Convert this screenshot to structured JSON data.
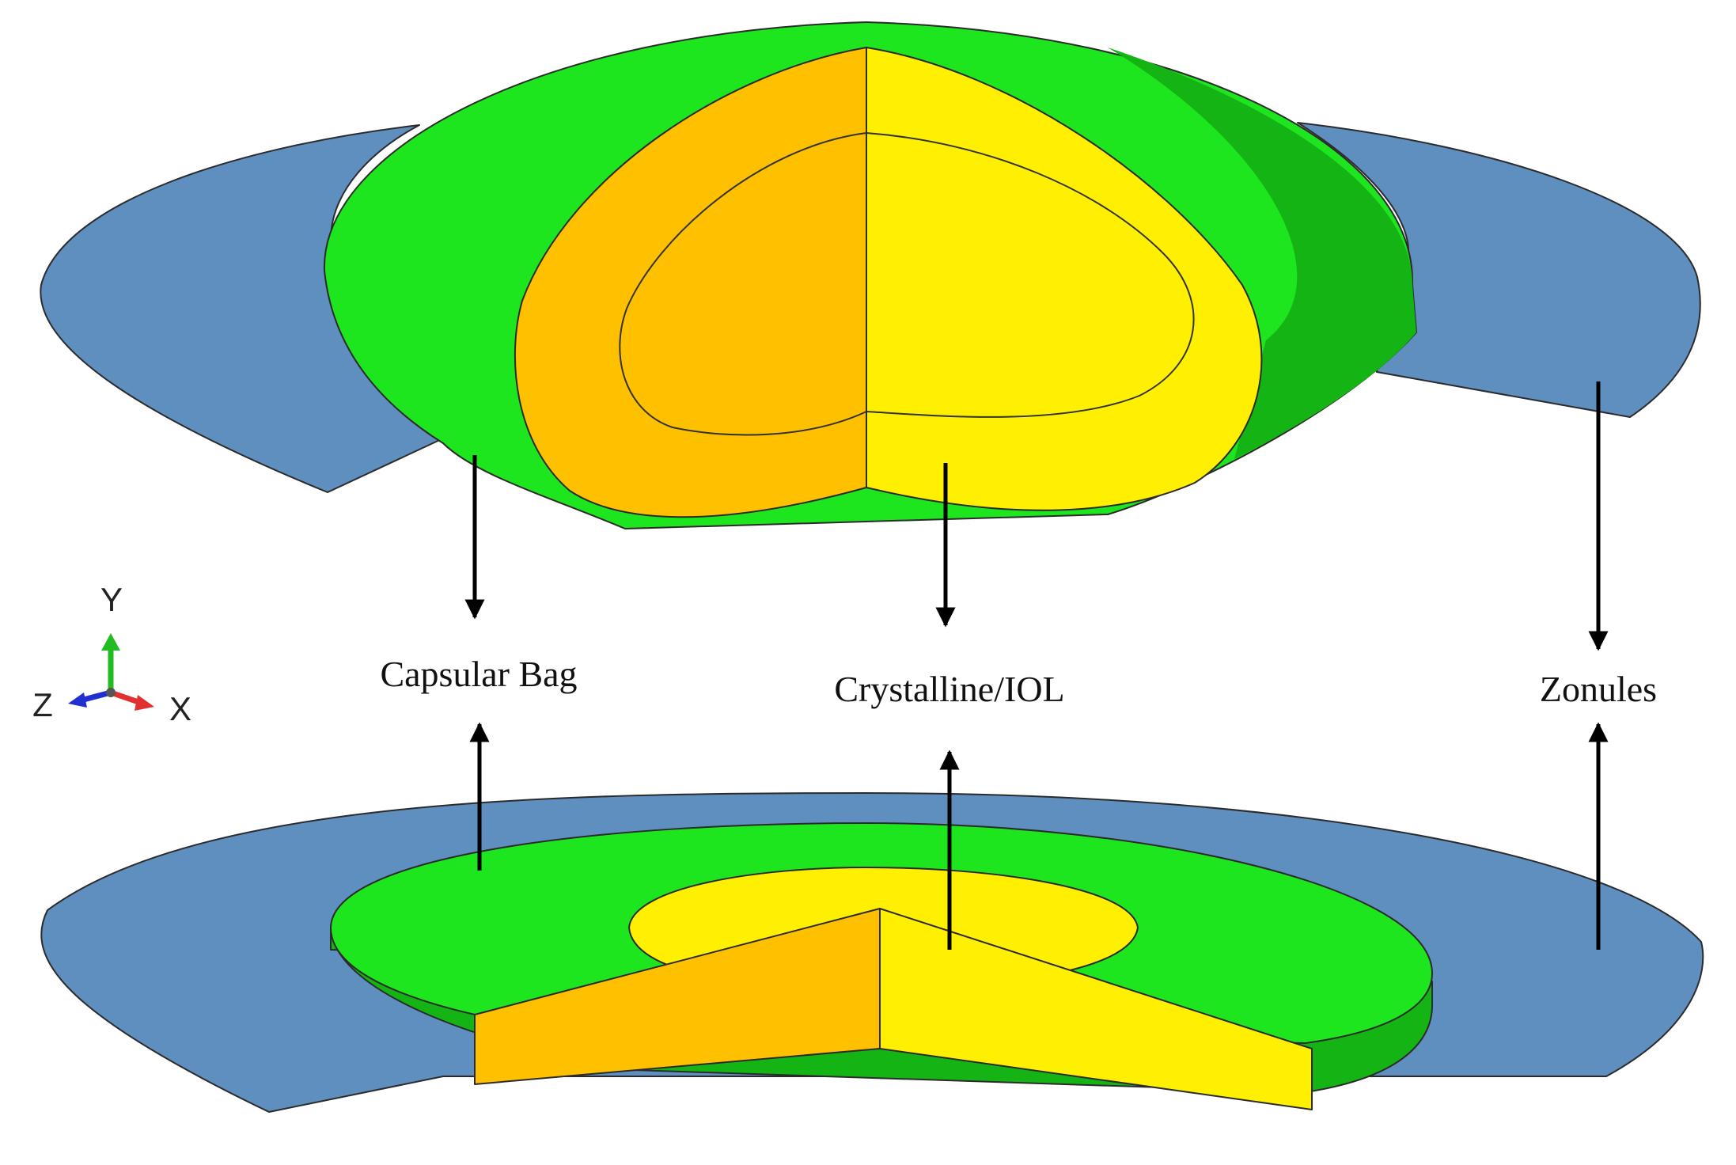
{
  "labels": {
    "capsular_bag": "Capsular Bag",
    "crystalline_iol": "Crystalline/IOL",
    "zonules": "Zonules"
  },
  "axes": {
    "y": "Y",
    "z": "Z",
    "x": "X"
  },
  "colors": {
    "zonules": "#5e8fbf",
    "capsular_bag_light": "#1ee61e",
    "capsular_bag_dark": "#14b414",
    "lens_left": "#ffc000",
    "lens_right": "#ffef00",
    "axis_y": "#22bb22",
    "axis_x": "#e03030",
    "axis_z": "#2030d0",
    "arrow": "#000000"
  }
}
